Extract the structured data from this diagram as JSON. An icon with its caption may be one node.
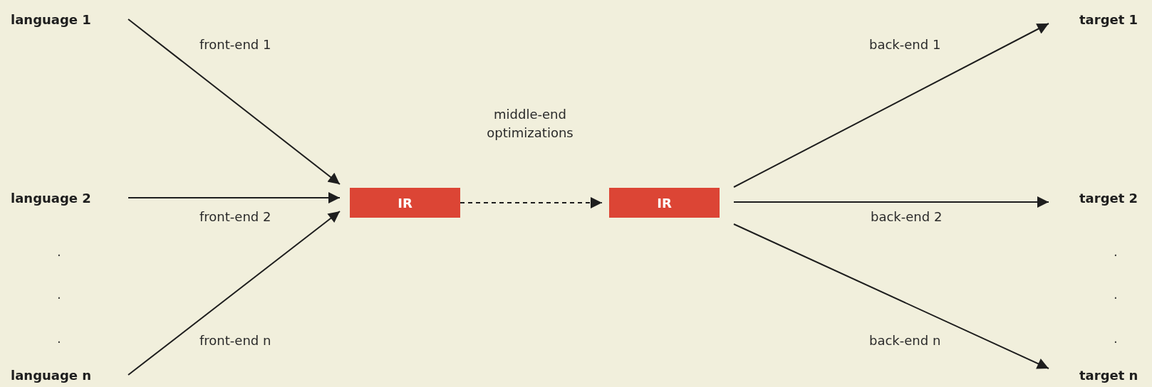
{
  "diagram": {
    "nodes": [
      {
        "text": [
          "language 1"
        ]
      },
      {
        "text": [
          "language 2"
        ]
      },
      {
        "text": [
          "language n"
        ]
      },
      {
        "text": [
          "IR"
        ]
      },
      {
        "text": [
          "IR"
        ]
      },
      {
        "text": [
          "target 1"
        ]
      },
      {
        "text": [
          "target 2"
        ]
      },
      {
        "text": [
          "target n"
        ]
      }
    ],
    "edges": [
      {
        "from": 0,
        "to": 3,
        "arrow": "to",
        "label": "front-end 1"
      },
      {
        "from": 1,
        "to": 3,
        "arrow": "to",
        "label": "front-end 2"
      },
      {
        "from": 2,
        "to": 3,
        "arrow": "to",
        "label": "front-end n"
      },
      {
        "from": 3,
        "to": 4,
        "arrow": "to",
        "label": "middle-end optimizations",
        "style": "dashed"
      },
      {
        "from": 4,
        "to": 5,
        "arrow": "to",
        "label": "back-end 1"
      },
      {
        "from": 4,
        "to": 6,
        "arrow": "to",
        "label": "back-end 2"
      },
      {
        "from": 4,
        "to": 7,
        "arrow": "to",
        "label": "back-end n"
      }
    ],
    "labels": [
      ".",
      ".",
      ".",
      ".",
      ".",
      "."
    ]
  }
}
